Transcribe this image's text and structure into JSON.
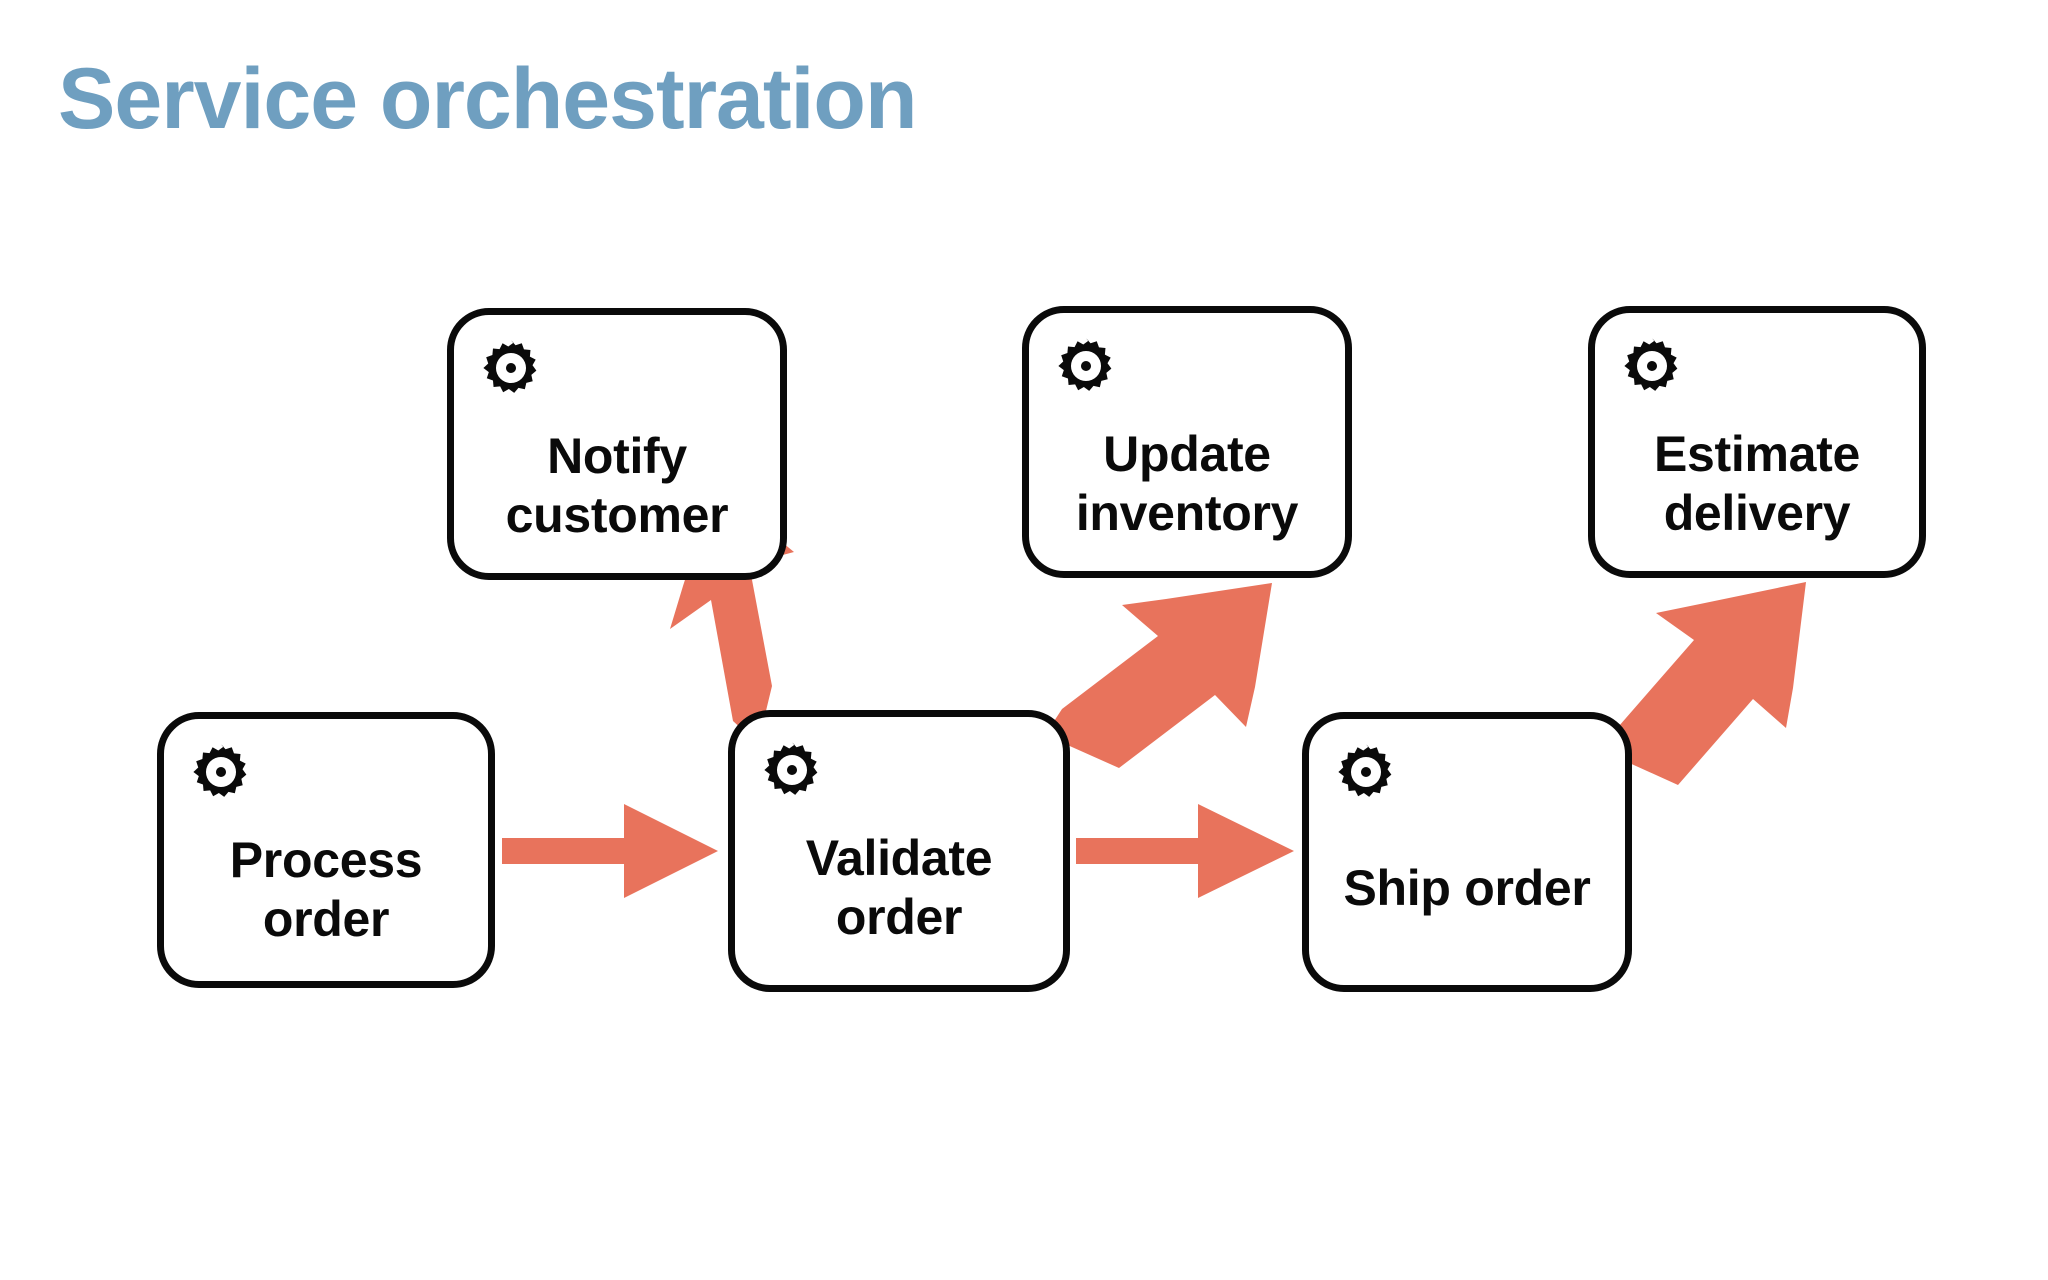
{
  "slide": {
    "title": "Service orchestration",
    "title_color": "#6f9fc0",
    "background_color": "#ffffff"
  },
  "theme": {
    "arrow_color": "#e8735c",
    "box_border_color": "#0a0a0a",
    "box_fill_color": "#ffffff",
    "label_color": "#0a0a0a"
  },
  "diagram": {
    "type": "flow",
    "icon_name": "gear-icon",
    "nodes": [
      {
        "id": "process-order",
        "label": "Process order",
        "label_lines": [
          "Process",
          "order"
        ],
        "row": "bottom",
        "icon": "gear-icon"
      },
      {
        "id": "validate-order",
        "label": "Validate order",
        "label_lines": [
          "Validate",
          "order"
        ],
        "row": "bottom",
        "icon": "gear-icon"
      },
      {
        "id": "ship-order",
        "label": "Ship order",
        "label_lines": [
          "Ship order"
        ],
        "row": "bottom",
        "icon": "gear-icon"
      },
      {
        "id": "notify-customer",
        "label": "Notify customer",
        "label_lines": [
          "Notify",
          "customer"
        ],
        "row": "top",
        "icon": "gear-icon"
      },
      {
        "id": "update-inventory",
        "label": "Update inventory",
        "label_lines": [
          "Update",
          "inventory"
        ],
        "row": "top",
        "icon": "gear-icon"
      },
      {
        "id": "estimate-delivery",
        "label": "Estimate delivery",
        "label_lines": [
          "Estimate",
          "delivery"
        ],
        "row": "top",
        "icon": "gear-icon"
      }
    ],
    "edges": [
      {
        "id": "process-to-validate",
        "from": "process-order",
        "to": "validate-order",
        "style": "horizontal"
      },
      {
        "id": "validate-to-ship",
        "from": "validate-order",
        "to": "ship-order",
        "style": "horizontal"
      },
      {
        "id": "validate-to-notify",
        "from": "validate-order",
        "to": "notify-customer",
        "style": "diagonal-up-left"
      },
      {
        "id": "validate-to-update-inventory",
        "from": "validate-order",
        "to": "update-inventory",
        "style": "diagonal-up-right"
      },
      {
        "id": "ship-to-estimate-delivery",
        "from": "ship-order",
        "to": "estimate-delivery",
        "style": "diagonal-up-right"
      }
    ]
  }
}
